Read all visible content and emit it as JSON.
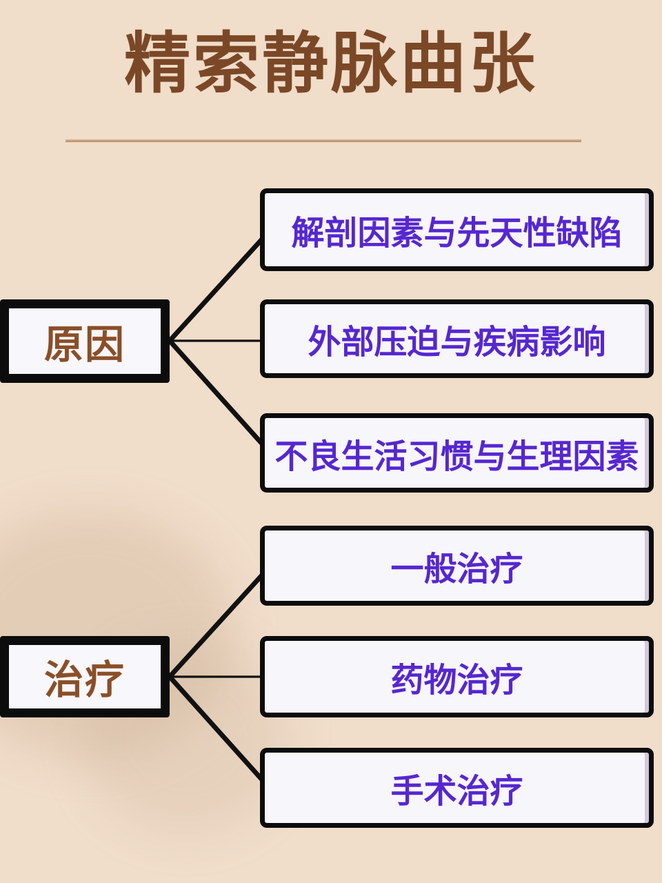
{
  "title": "精索静脉曲张",
  "colors": {
    "background": "#f0ddca",
    "title_text": "#7b4827",
    "divider": "#b18a62",
    "node_border": "#0c0c0c",
    "node_fill": "#f8f7fc",
    "node_text": "#8a4f28",
    "child_fill": "#f7f6fb",
    "child_text": "#5627d0",
    "connector_line": "#111111"
  },
  "diagram": {
    "groups": [
      {
        "node": {
          "label": "原因"
        },
        "children": [
          {
            "label": "解剖因素与先天性缺陷"
          },
          {
            "label": "外部压迫与疾病影响"
          },
          {
            "label": "不良生活习惯与生理因素"
          }
        ]
      },
      {
        "node": {
          "label": "治疗"
        },
        "children": [
          {
            "label": "一般治疗"
          },
          {
            "label": "药物治疗"
          },
          {
            "label": "手术治疗"
          }
        ]
      }
    ]
  }
}
